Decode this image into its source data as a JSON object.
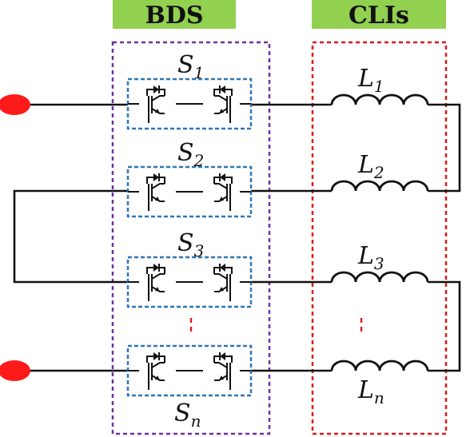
{
  "colors": {
    "header_fill": "#92d050",
    "bds_border": "#7030a0",
    "cli_border": "#e01818",
    "switch_border": "#2e75b6",
    "terminal": "#ff1a1a",
    "wire": "#111111",
    "ellipsis_red": "#e01818"
  },
  "headers": {
    "bds": "BDS",
    "clis": "CLIs"
  },
  "switches": [
    {
      "base": "S",
      "sub": "1"
    },
    {
      "base": "S",
      "sub": "2"
    },
    {
      "base": "S",
      "sub": "3"
    },
    {
      "base": "S",
      "sub": "n"
    }
  ],
  "inductors": [
    {
      "base": "L",
      "sub": "1"
    },
    {
      "base": "L",
      "sub": "2"
    },
    {
      "base": "L",
      "sub": "3"
    },
    {
      "base": "L",
      "sub": "n"
    }
  ],
  "icons": {
    "switch": "igbt-diode-pair-icon",
    "inductor": "inductor-coil-icon",
    "terminal": "terminal-dot-icon"
  }
}
